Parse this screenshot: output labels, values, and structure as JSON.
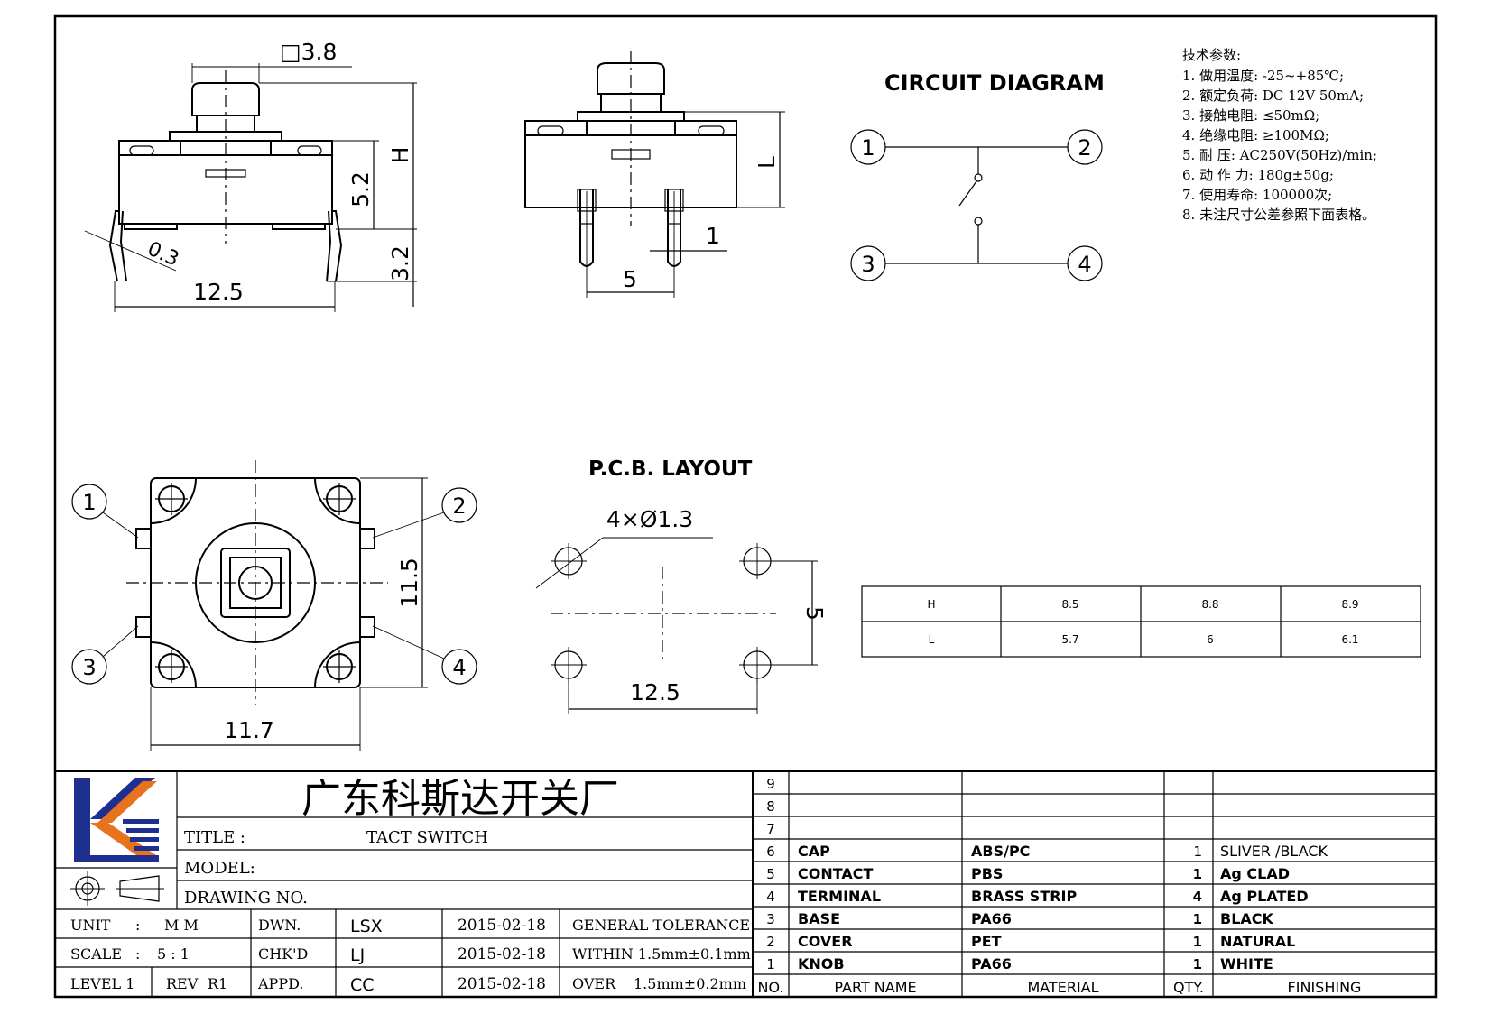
{
  "drawing": {
    "side_view": {
      "dims": {
        "cap": "□3.8",
        "height": "H",
        "body": "5.2",
        "pin": "3.2",
        "width": "12.5",
        "thickness": "0.3"
      }
    },
    "front_view": {
      "dims": {
        "length": "L",
        "pitch": "5",
        "pin_width": "1"
      }
    },
    "circuit": {
      "title": "CIRCUIT DIAGRAM",
      "pins": [
        "1",
        "2",
        "3",
        "4"
      ]
    },
    "specs": {
      "heading": "技术参数:",
      "items": [
        "1. 做用温度: -25~+85℃;",
        "2. 额定负荷: DC 12V 50mA;",
        "3. 接触电阻: ≤50mΩ;",
        "4. 绝缘电阻: ≥100MΩ;",
        "5. 耐    压: AC250V(50Hz)/min;",
        "6. 动 作 力: 180g±50g;",
        "7. 使用寿命: 100000次;",
        "8. 未注尺寸公差参照下面表格。"
      ]
    },
    "top_view": {
      "pins": [
        "1",
        "2",
        "3",
        "4"
      ],
      "dims": {
        "height": "11.5",
        "width": "11.7"
      }
    },
    "pcb": {
      "title": "P.C.B. LAYOUT",
      "dims": {
        "holes": "4×Ø1.3",
        "vertical": "5",
        "horizontal": "12.5"
      }
    },
    "hl_table": {
      "rows": [
        [
          "H",
          "8.5",
          "8.8",
          "8.9"
        ],
        [
          "L",
          "5.7",
          "6",
          "6.1"
        ]
      ]
    }
  },
  "title_block": {
    "company": "广东科斯达开关厂",
    "title_label": "TITLE :",
    "title_value": "TACT SWITCH",
    "model_label": "MODEL:",
    "drawing_no_label": "DRAWING NO.",
    "unit_label": "UNIT",
    "unit_sep": ":",
    "unit_value": "M M",
    "scale_label": "SCALE",
    "scale_sep": ":",
    "scale_value": "5 : 1",
    "level_label": "LEVEL 1",
    "rev_label": "REV",
    "rev_value": "R1",
    "staff": [
      {
        "role": "DWN.",
        "name": "LSX",
        "date": "2015-02-18"
      },
      {
        "role": "CHK'D",
        "name": "LJ",
        "date": "2015-02-18"
      },
      {
        "role": "APPD.",
        "name": "CC",
        "date": "2015-02-18"
      }
    ],
    "tolerance": {
      "heading": "GENERAL TOLERANCE",
      "within": "WITHIN 1.5mm±0.1mm",
      "over_label": "OVER",
      "over_value": "1.5mm±0.2mm"
    },
    "brand_colors": {
      "blue": "#1d2f8f",
      "orange": "#e8731e"
    }
  },
  "bom": {
    "headers": [
      "NO.",
      "PART  NAME",
      "MATERIAL",
      "QTY.",
      "FINISHING"
    ],
    "rows": [
      {
        "no": "9",
        "part": "",
        "material": "",
        "qty": "",
        "finish": ""
      },
      {
        "no": "8",
        "part": "",
        "material": "",
        "qty": "",
        "finish": ""
      },
      {
        "no": "7",
        "part": "",
        "material": "",
        "qty": "",
        "finish": ""
      },
      {
        "no": "6",
        "part": "CAP",
        "material": "ABS/PC",
        "qty": "1",
        "finish": "SLIVER /BLACK"
      },
      {
        "no": "5",
        "part": "CONTACT",
        "material": "PBS",
        "qty": "1",
        "finish": "Ag CLAD"
      },
      {
        "no": "4",
        "part": "TERMINAL",
        "material": "BRASS STRIP",
        "qty": "4",
        "finish": "Ag PLATED"
      },
      {
        "no": "3",
        "part": "BASE",
        "material": "PA66",
        "qty": "1",
        "finish": "BLACK"
      },
      {
        "no": "2",
        "part": "COVER",
        "material": "PET",
        "qty": "1",
        "finish": "NATURAL"
      },
      {
        "no": "1",
        "part": "KNOB",
        "material": "PA66",
        "qty": "1",
        "finish": "WHITE"
      }
    ]
  }
}
